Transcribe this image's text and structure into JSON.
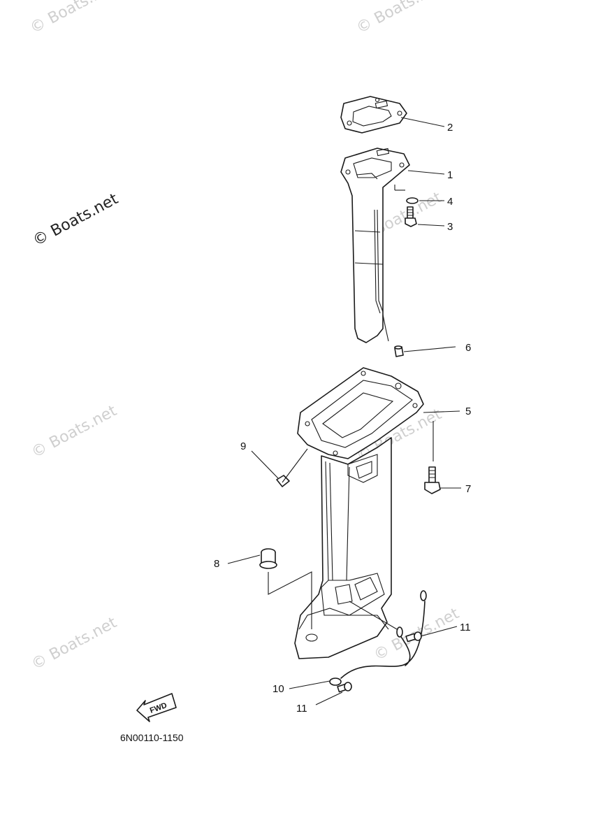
{
  "watermarks": {
    "main": "© Boats.net",
    "faint": "© Boats.net"
  },
  "drawing_code": "6N00110-1150",
  "fwd_label": "FWD",
  "callouts": [
    "1",
    "2",
    "3",
    "4",
    "5",
    "6",
    "7",
    "8",
    "9",
    "10",
    "11",
    "11"
  ]
}
